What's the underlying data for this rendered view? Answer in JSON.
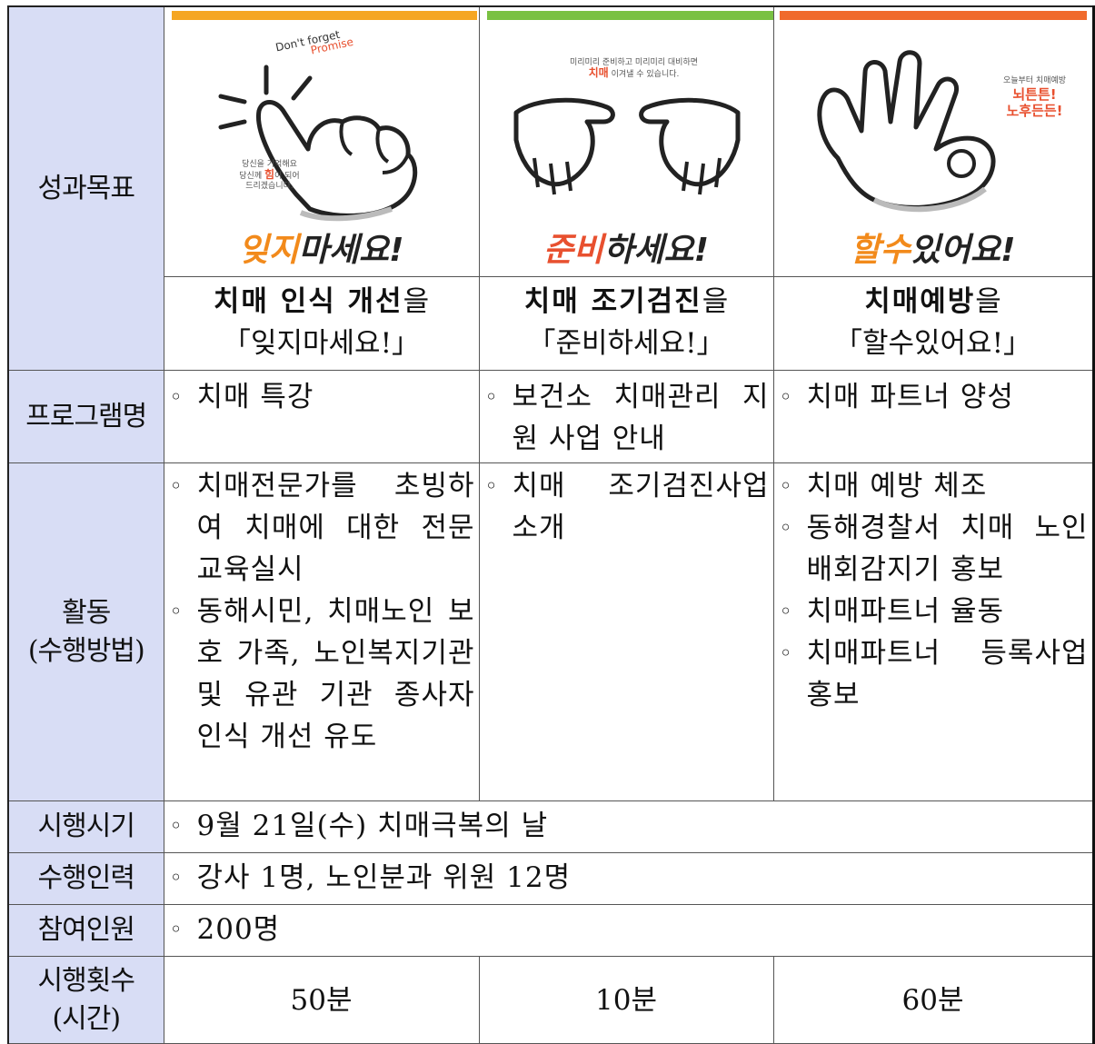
{
  "labels": {
    "goal": "성과목표",
    "program": "프로그램명",
    "activity_line1": "활동",
    "activity_line2": "(수행방법)",
    "period": "시행시기",
    "staff": "수행인력",
    "participants": "참여인원",
    "count_line1": "시행횟수",
    "count_line2": "(시간)"
  },
  "bullet": "◦",
  "posters": [
    {
      "bar_color": "#f5a623",
      "top_text_1": "Don't forget",
      "top_text_2": "Promise",
      "mini_1": "당신을 기억해요",
      "mini_2a": "당신께 ",
      "mini_2b": "힘",
      "mini_2c": "이 되어",
      "mini_3": "드리겠습니다.",
      "slogan_a": "잊지",
      "slogan_b": "마세요!"
    },
    {
      "bar_color": "#7ac143",
      "mini_1": "미리미리 준비하고 미리미리 대비하면",
      "mini_2a": "치매",
      "mini_2b": " 이겨낼 수 있습니다.",
      "slogan_a": "준비",
      "slogan_b": "하세요!"
    },
    {
      "bar_color": "#f06a2c",
      "mini_1": "오늘부터 치매예방",
      "mini_2": "뇌튼튼!",
      "mini_3": "노후든든!",
      "slogan_a": "할수",
      "slogan_b": "있어요!"
    }
  ],
  "captions": [
    {
      "bold": "치매 인식 개선",
      "rest": "을",
      "line2": "「잊지마세요!」"
    },
    {
      "bold": "치매 조기검진",
      "rest": "을",
      "line2": "「준비하세요!」"
    },
    {
      "bold": "치매예방",
      "rest": "을",
      "line2": "「할수있어요!」"
    }
  ],
  "programs": [
    [
      "치매 특강"
    ],
    [
      "보건소 치매관리 지원 사업 안내"
    ],
    [
      "치매 파트너 양성"
    ]
  ],
  "activities": [
    [
      "치매전문가를 초빙하여 치매에 대한 전문 교육실시",
      "동해시민, 치매노인 보호 가족, 노인복지기관 및 유관 기관 종사자 인식 개선 유도"
    ],
    [
      "치매 조기검진사업 소개"
    ],
    [
      "치매 예방 체조",
      "동해경찰서 치매 노인 배회감지기 홍보",
      "치매파트너 율동",
      "치매파트너 등록사업 홍보"
    ]
  ],
  "period": "9월 21일(수) 치매극복의 날",
  "staff": "강사 1명, 노인분과 위원 12명",
  "participants": "200명",
  "durations": [
    "50분",
    "10분",
    "60분"
  ]
}
